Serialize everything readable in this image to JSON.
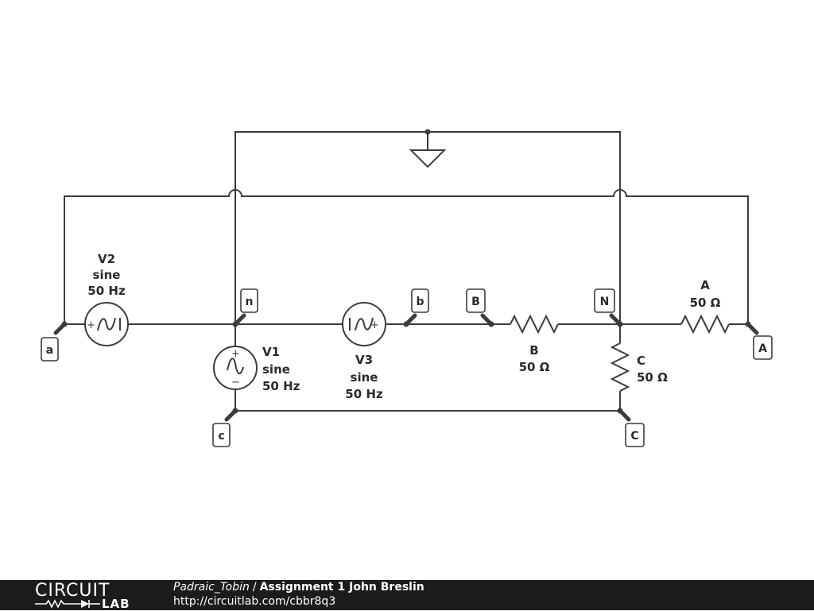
{
  "components": {
    "v1": {
      "name": "V1",
      "type": "sine",
      "freq": "50 Hz"
    },
    "v2": {
      "name": "V2",
      "type": "sine",
      "freq": "50 Hz"
    },
    "v3": {
      "name": "V3",
      "type": "sine",
      "freq": "50 Hz"
    },
    "rA": {
      "name": "A",
      "value": "50 Ω"
    },
    "rB": {
      "name": "B",
      "value": "50 Ω"
    },
    "rC": {
      "name": "C",
      "value": "50 Ω"
    }
  },
  "nodes": {
    "a": "a",
    "n": "n",
    "b": "b",
    "B": "B",
    "N": "N",
    "A": "A",
    "c": "c",
    "C": "C"
  },
  "symbols": {
    "plus": "+",
    "minus": "−"
  },
  "footer": {
    "logo_top": "CIRCUIT",
    "logo_bottom": "LAB",
    "author": "Padraic_Tobin",
    "separator": "/",
    "title": "Assignment 1 John Breslin",
    "url": "http://circuitlab.com/cbbr8q3"
  }
}
